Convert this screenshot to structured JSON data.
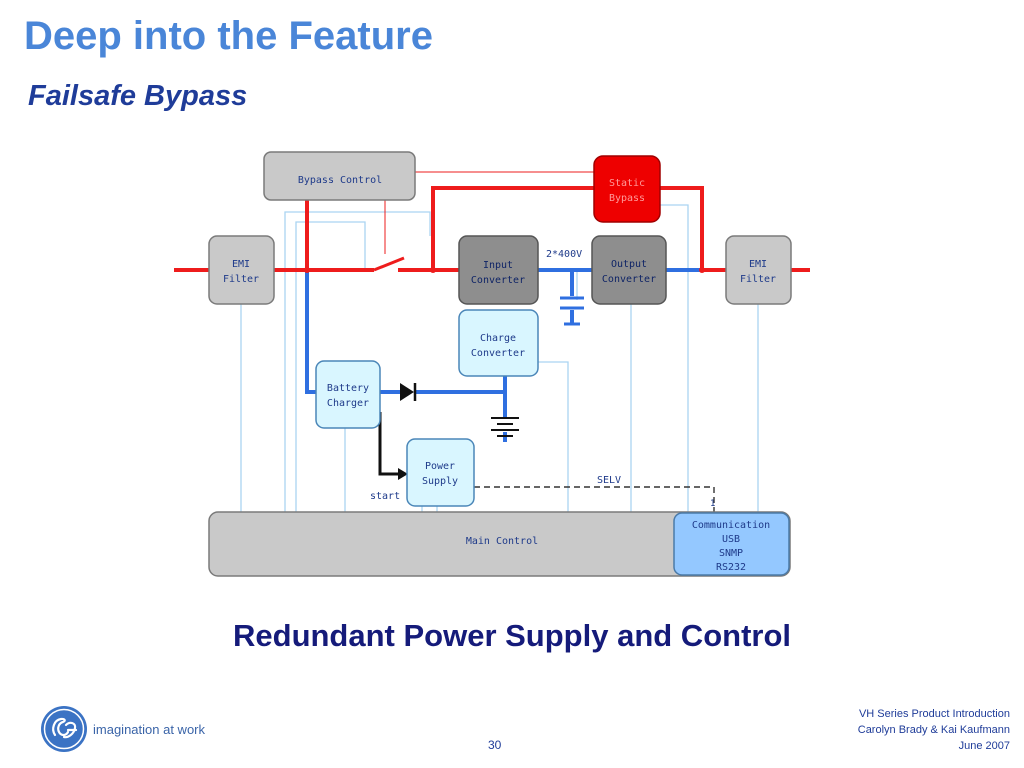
{
  "header": {
    "title": "Deep into the Feature",
    "subtitle": "Failsafe Bypass"
  },
  "diagram": {
    "blocks": {
      "bypass_control": "Bypass Control",
      "static_bypass": [
        "Static",
        "Bypass"
      ],
      "emi_filter_left": [
        "EMI",
        "Filter"
      ],
      "input_converter": [
        "Input",
        "Converter"
      ],
      "output_converter": [
        "Output",
        "Converter"
      ],
      "emi_filter_right": [
        "EMI",
        "Filter"
      ],
      "charge_converter": [
        "Charge",
        "Converter"
      ],
      "battery_charger": [
        "Battery",
        "Charger"
      ],
      "power_supply": [
        "Power",
        "Supply"
      ],
      "main_control": "Main Control",
      "communication": [
        "Communication",
        "USB",
        "SNMP",
        "RS232"
      ]
    },
    "labels": {
      "dc_link": "2*400V",
      "selv": "SELV",
      "start": "start",
      "selv_marker": "1"
    },
    "colors": {
      "ac_line": "#ee1c1c",
      "dc_line": "#2f6fe0",
      "control_line": "#aad4f2",
      "block_gray": "#c9c9c9",
      "block_dark": "#8e8e8e",
      "block_light_blue": "#d9f6ff",
      "block_blue": "#94c8ff",
      "block_red": "#ee0000"
    }
  },
  "caption": "Redundant Power Supply and Control",
  "footer": {
    "logo_icon": "ge-monogram-icon",
    "tagline": "imagination at work",
    "page_number": "30",
    "line1": "VH Series Product Introduction",
    "line2": "Carolyn Brady & Kai Kaufmann",
    "line3": "June 2007"
  }
}
